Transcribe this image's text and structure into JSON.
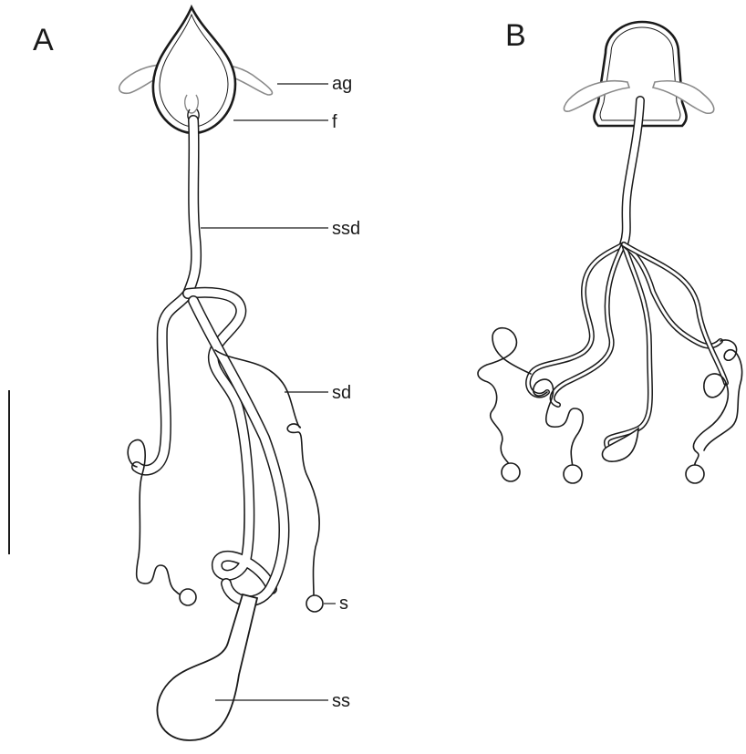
{
  "panels": {
    "a": "A",
    "b": "B"
  },
  "labels": {
    "ag": "ag",
    "f": "f",
    "ssd": "ssd",
    "sd": "sd",
    "s": "s",
    "ss": "ss"
  }
}
